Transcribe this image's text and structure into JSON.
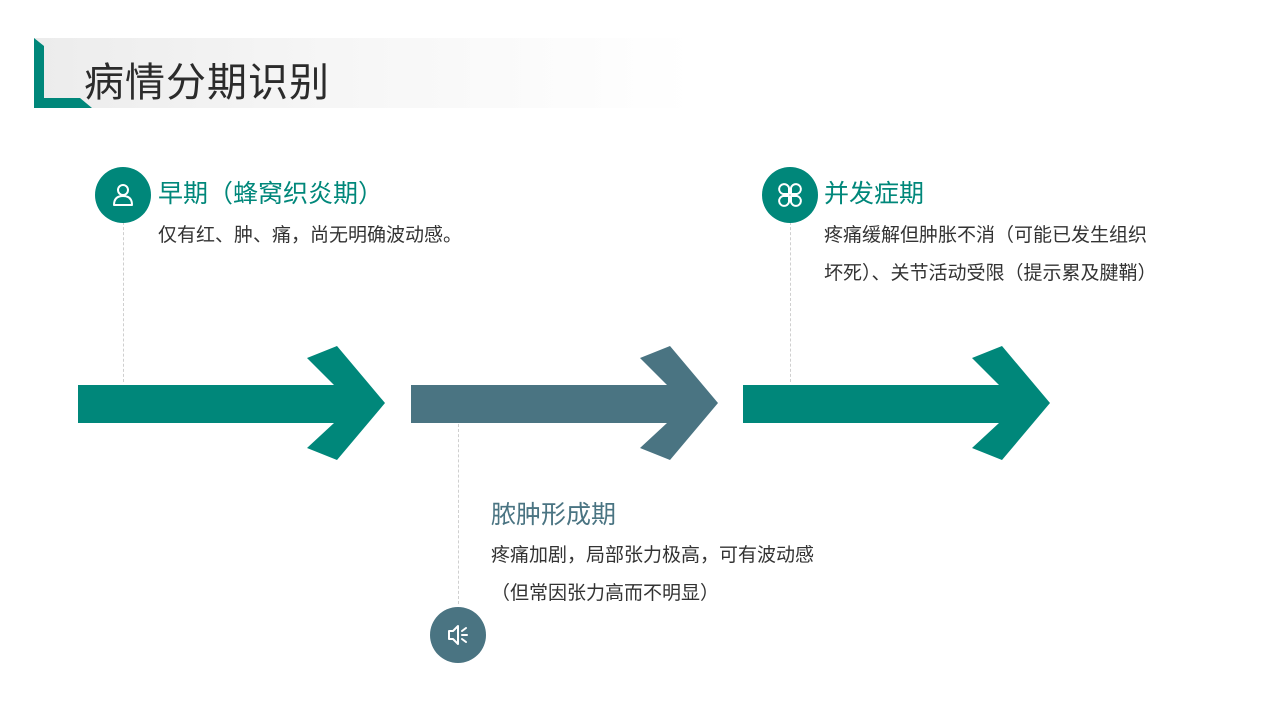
{
  "page": {
    "title": "病情分期识别"
  },
  "colors": {
    "teal": "#00877a",
    "slate": "#4a7482"
  },
  "stages": [
    {
      "title": "早期（蜂窝织炎期）",
      "desc": [
        "仅有红、肿、痛，尚无明确波动感。"
      ],
      "icon": "person-icon",
      "color": "#00877a"
    },
    {
      "title": "脓肿形成期",
      "desc": [
        "疼痛加剧，局部张力极高，可有波动感",
        "（但常因张力高而不明显）"
      ],
      "icon": "speaker-icon",
      "color": "#4a7482"
    },
    {
      "title": "并发症期",
      "desc": [
        "疼痛缓解但肿胀不消（可能已发生组织",
        "坏死）、关节活动受限（提示累及腱鞘）"
      ],
      "icon": "four-petal-icon",
      "color": "#00877a"
    }
  ]
}
